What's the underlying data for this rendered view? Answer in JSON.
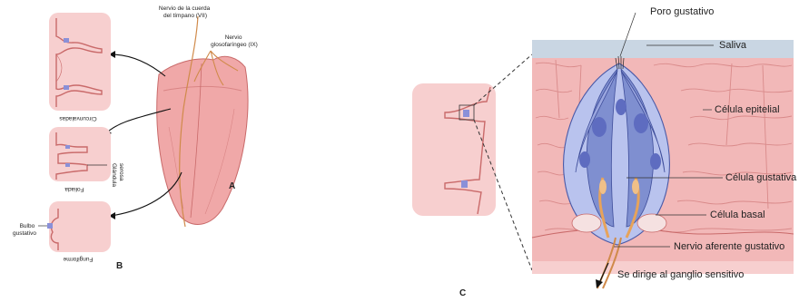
{
  "panelA": {
    "letter": "A",
    "label_nerve_vii_line1": "Nervio de la cuerda",
    "label_nerve_vii_line2": "del tímpano (VII)",
    "label_nerve_ix_line1": "Nervio",
    "label_nerve_ix_line2": "glosofaríngeo (IX)"
  },
  "panelB": {
    "letter": "B",
    "label_circunvaladas": "Circunvaladas",
    "label_glandula_line1": "Glándula",
    "label_glandula_line2": "serosa",
    "label_foliada": "Foliada",
    "label_bulbo_line1": "Bulbo",
    "label_bulbo_line2": "gustativo",
    "label_fungiforme": "Fungiforme"
  },
  "panelC": {
    "letter": "C",
    "labels": {
      "poro": "Poro gustativo",
      "saliva": "Saliva",
      "epitelial": "Célula epitelial",
      "gustativa": "Célula gustativa",
      "basal": "Célula basal",
      "nervio": "Nervio aferente gustativo",
      "ganglio": "Se dirige al ganglio sensitivo"
    }
  },
  "colors": {
    "tissue": "#f2b8b8",
    "tissue_dark": "#e59a9a",
    "tissue_line": "#c96a6a",
    "taste_cell": "#7f8fd0",
    "taste_cell_light": "#b9c3ee",
    "saliva": "#c9d6e3",
    "nerve": "#e7a35a"
  }
}
